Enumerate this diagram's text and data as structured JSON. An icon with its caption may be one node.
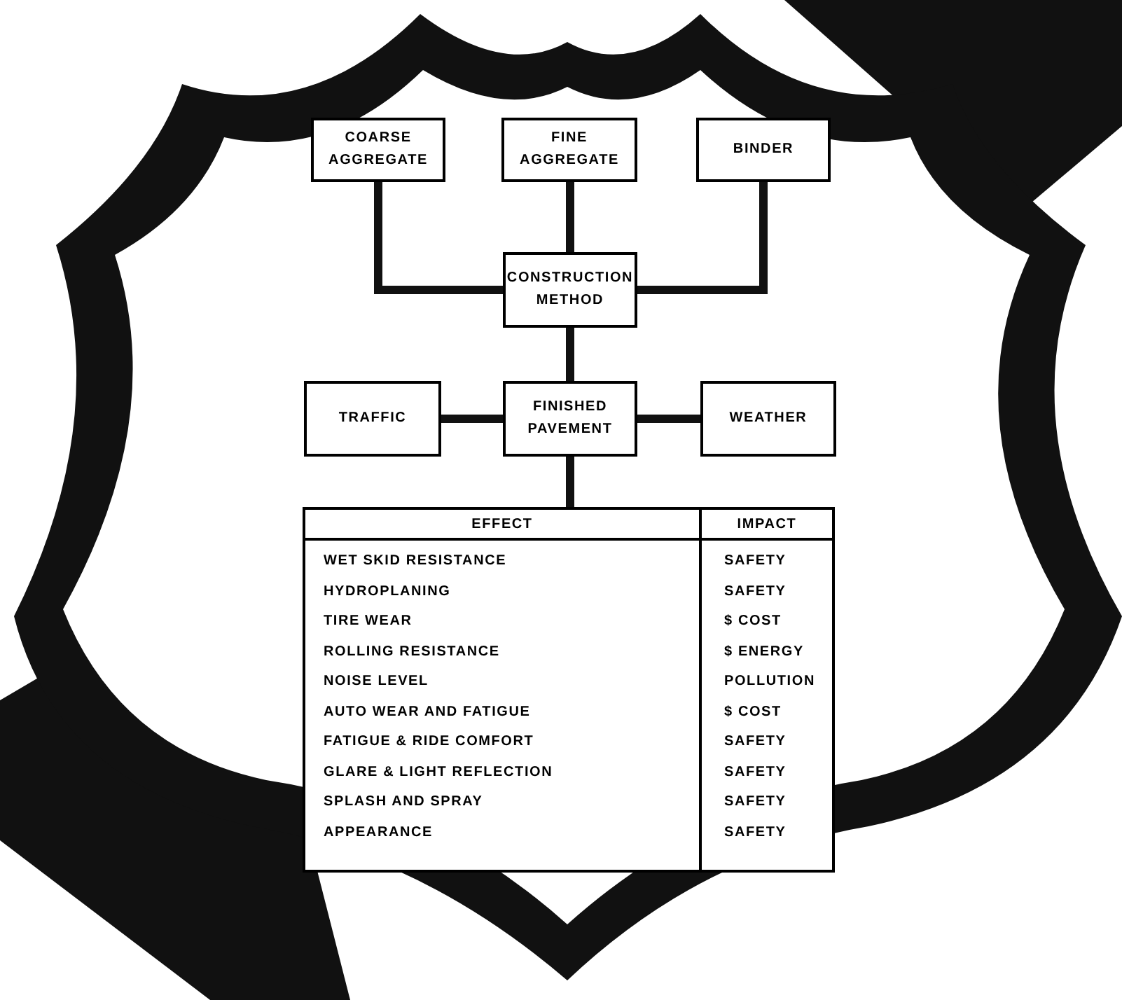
{
  "diagram": {
    "nodes": [
      {
        "text": [
          "COARSE AGGREGATE"
        ]
      },
      {
        "text": [
          "FINE AGGREGATE"
        ]
      },
      {
        "text": [
          "BINDER"
        ]
      },
      {
        "text": [
          "TRAFFIC"
        ]
      },
      {
        "text": [
          "CONSTRUCTION METHOD"
        ]
      },
      {
        "text": [
          "FINISHED PAVEMENT"
        ]
      },
      {
        "text": [
          "WEATHER"
        ]
      },
      {
        "text": [
          "EFFECT",
          "IMPACT",
          "WET SKID RESISTANCE",
          "SAFETY",
          "HYDROPLANING",
          "SAFETY",
          "TIRE WEAR",
          "$ COST",
          "ROLLING RESISTANCE",
          "$ ENERGY",
          "NOISE LEVEL",
          "POLLUTION",
          "AUTO WEAR AND FATIGUE",
          "$ COST",
          "FATIGUE & RIDE COMFORT",
          "SAFETY",
          "GLARE & LIGHT REFLECTION",
          "SAFETY",
          "SPLASH AND SPRAY",
          "SAFETY",
          "APPEARANCE",
          "SAFETY"
        ]
      }
    ],
    "edges": [
      {
        "from": 0,
        "to": 4,
        "arrow": "none"
      },
      {
        "from": 1,
        "to": 4,
        "arrow": "none"
      },
      {
        "from": 2,
        "to": 4,
        "arrow": "none"
      },
      {
        "from": 4,
        "to": 5,
        "arrow": "none"
      },
      {
        "from": 3,
        "to": 5,
        "arrow": "none"
      },
      {
        "from": 6,
        "to": 5,
        "arrow": "none"
      },
      {
        "from": 5,
        "to": 7,
        "arrow": "none"
      }
    ]
  }
}
